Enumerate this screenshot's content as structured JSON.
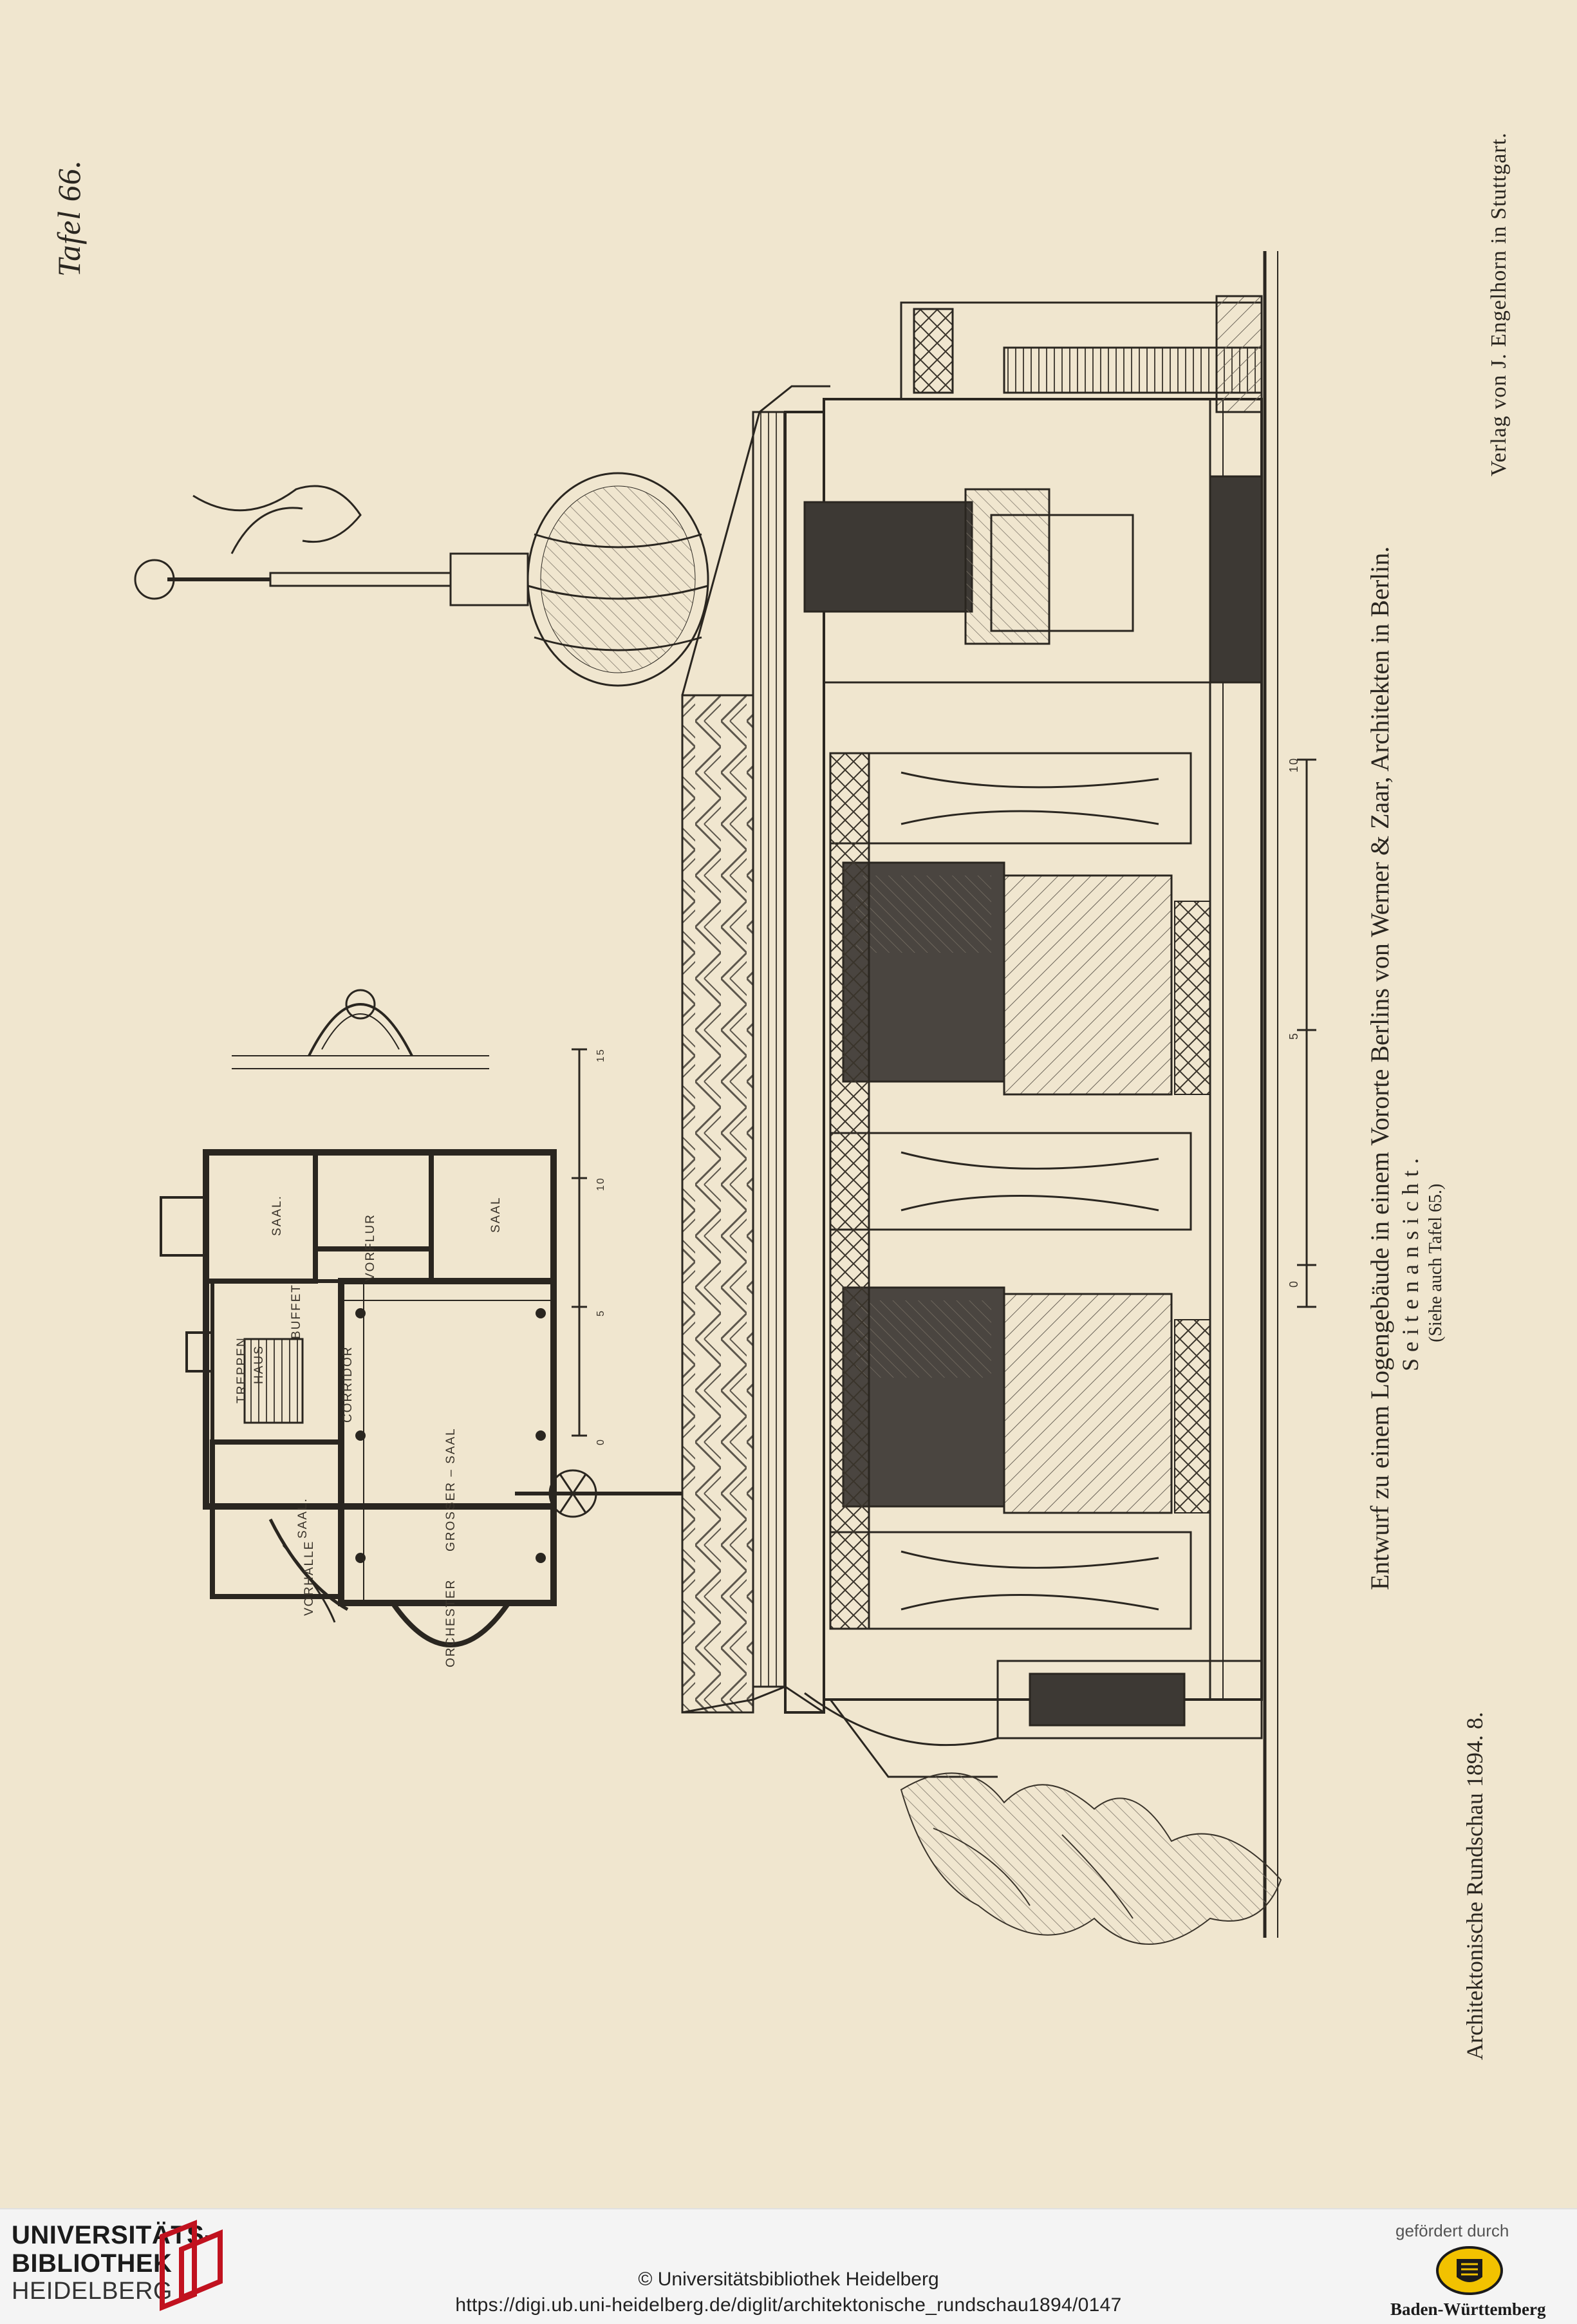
{
  "plate": {
    "plate_number": "Tafel 66.",
    "publisher": "Verlag von J. Engelhorn in Stuttgart.",
    "journal": "Architektonische Rundschau 1894. 8.",
    "title": "Entwurf zu einem Logengebäude in einem Vororte Berlins von Werner & Zaar, Architekten in Berlin.",
    "view": "Seitenansicht.",
    "reference": "(Siehe auch Tafel 65.)"
  },
  "plan": {
    "rooms": {
      "saal_top": "SAAL.",
      "vorflur": "VORFLUR",
      "saal_right": "SAAL",
      "buffet": "BUFFET",
      "corridor": "CORRIDOR",
      "treppen": "TREPPEN",
      "haus": "HAUS",
      "grosser_saal": "GROSSER – SAAL",
      "saal_bottom": "SAAL.",
      "vorhalle": "VORHALLE",
      "orchester": "ORCHESTER"
    },
    "scale_top": [
      "0",
      "5",
      "10",
      "15"
    ]
  },
  "elevation": {
    "scale": [
      "0",
      "5",
      "10"
    ]
  },
  "footer": {
    "library_line1": "UNIVERSITÄTS-",
    "library_line2": "BIBLIOTHEK",
    "library_line3": "HEIDELBERG",
    "copyright": "© Universitätsbibliothek Heidelberg",
    "url": "https://digi.ub.uni-heidelberg.de/diglit/architektonische_rundschau1894/0147",
    "sponsor_label": "gefördert durch",
    "sponsor_name": "Baden-Württemberg"
  },
  "colors": {
    "paper": "#f0e6cf",
    "ink": "#2a2620",
    "library_red": "#c1121f"
  }
}
